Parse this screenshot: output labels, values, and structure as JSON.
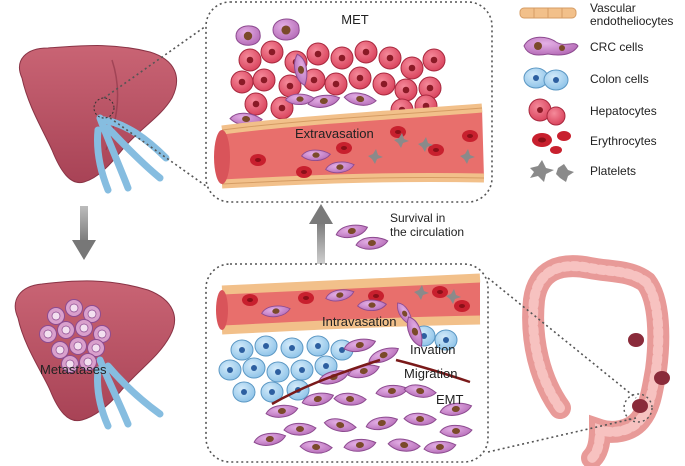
{
  "labels": {
    "met": "MET",
    "extravasation": "Extravasation",
    "survival_line1": "Survival in",
    "survival_line2": "the circulation",
    "intravasation": "Intravasation",
    "invation": "Invation",
    "migration": "Migration",
    "emt": "EMT",
    "metastases": "Metastases"
  },
  "legend": [
    {
      "key": "vascular",
      "line1": "Vascular",
      "line2": "endotheliocytes"
    },
    {
      "key": "crc",
      "line1": "CRC cells"
    },
    {
      "key": "colon",
      "line1": "Colon cells"
    },
    {
      "key": "hepatocytes",
      "line1": "Hepatocytes"
    },
    {
      "key": "erythrocytes",
      "line1": "Erythrocytes"
    },
    {
      "key": "platelets",
      "line1": "Platelets"
    }
  ],
  "colors": {
    "liver": "#b85465",
    "liver_light": "#d07a88",
    "vessel_blue": "#8fc3e2",
    "hepatocyte": "#e8556e",
    "crc": "#c27fc4",
    "colon_cell": "#a8d2ef",
    "erythrocyte": "#c8202e",
    "platelet": "#888888",
    "endothelium": "#f2c08a",
    "vessel_lumen": "#e8706e",
    "colon_organ": "#f0a0a0",
    "arrow": "#8a8a8a"
  }
}
